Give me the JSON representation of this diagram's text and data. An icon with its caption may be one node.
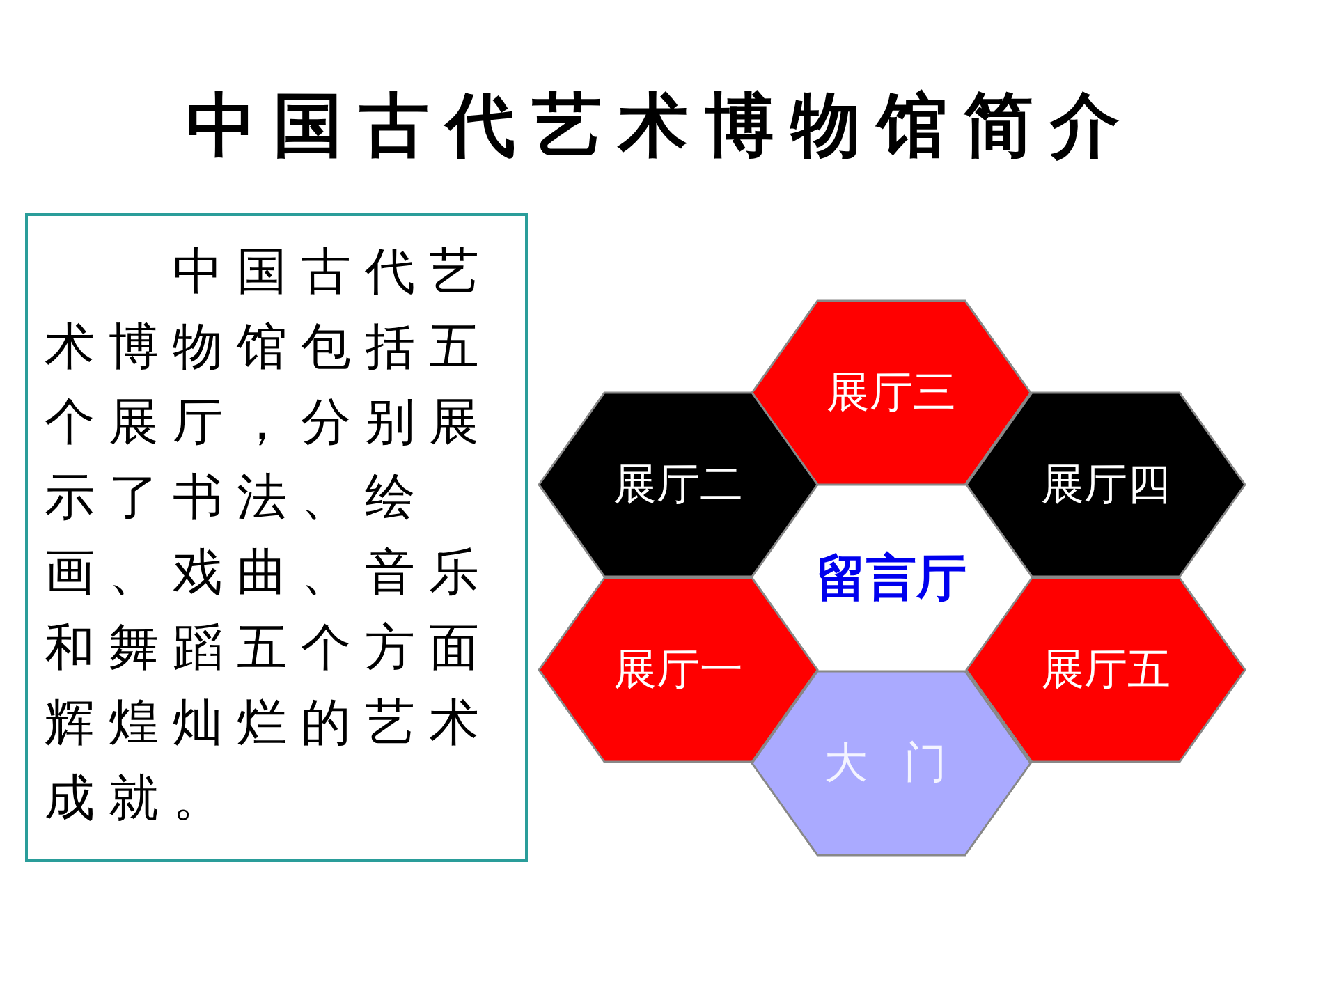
{
  "diagram": {
    "title": "中国古代艺术博物馆简介",
    "nodes": [
      {
        "text": [
          "中国古代艺术博物馆包括五个展厅，分别展示了书法、绘画、戏曲、音乐和舞蹈五个方面辉煌灿烂的艺术成就。"
        ]
      },
      {
        "text": [
          "展厅三"
        ]
      },
      {
        "text": [
          "展厅二"
        ]
      },
      {
        "text": [
          "展厅四"
        ]
      },
      {
        "text": [
          "留言厅"
        ]
      },
      {
        "text": [
          "展厅一"
        ]
      },
      {
        "text": [
          "展厅五"
        ]
      },
      {
        "text": [
          "大 门"
        ]
      }
    ],
    "edges": []
  }
}
